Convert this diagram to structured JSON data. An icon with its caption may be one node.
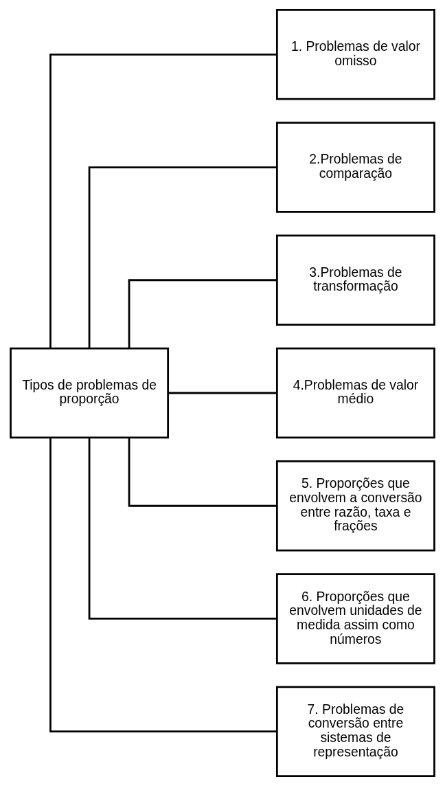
{
  "diagram": {
    "nodes": [
      {
        "text": [
          "Tipos de problemas de proporção"
        ]
      },
      {
        "text": [
          "1. Problemas de valor omisso"
        ]
      },
      {
        "text": [
          "2.Problemas de comparação"
        ]
      },
      {
        "text": [
          "3.Problemas de transformação"
        ]
      },
      {
        "text": [
          "4.Problemas de valor médio"
        ]
      },
      {
        "text": [
          "5. Proporções que envolvem a conversão entre razão, taxa e frações"
        ]
      },
      {
        "text": [
          "6. Proporções que envolvem unidades de medida assim como números"
        ]
      },
      {
        "text": [
          "7. Problemas de conversão entre sistemas de representação"
        ]
      }
    ],
    "edges": [
      {
        "from": 0,
        "to": 1,
        "arrow": "none"
      },
      {
        "from": 0,
        "to": 2,
        "arrow": "none"
      },
      {
        "from": 0,
        "to": 3,
        "arrow": "none"
      },
      {
        "from": 0,
        "to": 4,
        "arrow": "none"
      },
      {
        "from": 0,
        "to": 5,
        "arrow": "none"
      },
      {
        "from": 0,
        "to": 6,
        "arrow": "none"
      },
      {
        "from": 0,
        "to": 7,
        "arrow": "none"
      }
    ]
  }
}
